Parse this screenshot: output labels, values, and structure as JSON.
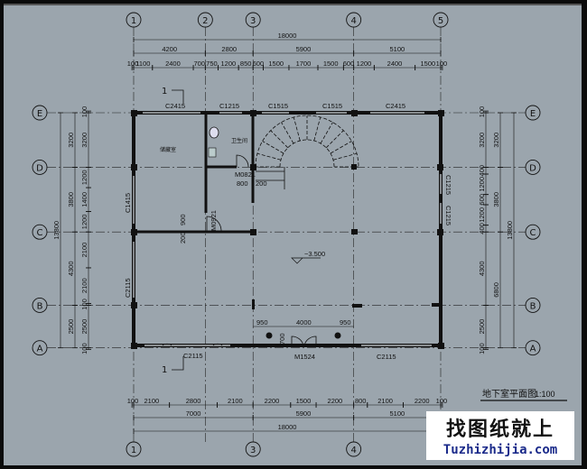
{
  "drawing": {
    "title": "地下室平面图",
    "scale": "1:100",
    "colors": {
      "background": "#9ba5ad",
      "lines": "#111111"
    },
    "axes_x": [
      "①",
      "②",
      "③",
      "④",
      "⑤"
    ],
    "axes_y": [
      "E",
      "D",
      "C",
      "B",
      "A"
    ],
    "axes_x_bottom": [
      "①",
      "③",
      "④"
    ],
    "top_overall": [
      18000
    ],
    "top_axes": [
      4200,
      2800,
      5900,
      5100
    ],
    "top_detail": [
      100,
      1100,
      2400,
      700,
      750,
      1200,
      850,
      600,
      1500,
      1700,
      1500,
      600,
      1200,
      2400,
      1500,
      100
    ],
    "bottom_detail": [
      100,
      2100,
      2800,
      2100,
      2200,
      1500,
      2200,
      800,
      2100,
      2200,
      100
    ],
    "bottom_axes": [
      7000,
      5900,
      5100
    ],
    "bottom_overall": [
      18000
    ],
    "left_overall": [
      13800
    ],
    "left_axes": [
      3200,
      3800,
      4300,
      2500
    ],
    "left_detail": [
      100,
      3200,
      1200,
      1400,
      1200,
      2100,
      2100,
      100,
      2500,
      100
    ],
    "right_detail": [
      100,
      3200,
      400,
      1200,
      600,
      1200,
      400,
      4300,
      2500,
      100
    ],
    "right_axes": [
      3200,
      3800,
      6800
    ],
    "right_overall": [
      13800
    ],
    "rooms": {
      "storage": "储藏室",
      "bathroom": "卫生间"
    },
    "openings": {
      "w_top_1": "C2415",
      "w_top_2": "C1215",
      "w_top_3": "C1515",
      "w_top_4": "C1515",
      "w_top_5": "C2415",
      "w_left_1": "C1415",
      "w_left_2": "C2115",
      "w_right_1": "C1215",
      "w_right_2": "C1215",
      "w_bottom_1": "C2115",
      "w_bottom_2": "C2115",
      "door_main": "M1524",
      "door_bath": "M0821",
      "door_storage": "M0921"
    },
    "local_dims": {
      "d950a": "950",
      "d4000": "4000",
      "d950b": "950",
      "d700": "700",
      "d800": "800",
      "d200a": "200",
      "d900": "900",
      "d200b": "200"
    },
    "elevation": "−3.500",
    "section_marks": [
      "1",
      "1"
    ]
  },
  "watermark": {
    "cn": "找图纸就上",
    "url": "Tuzhizhijia.com"
  }
}
